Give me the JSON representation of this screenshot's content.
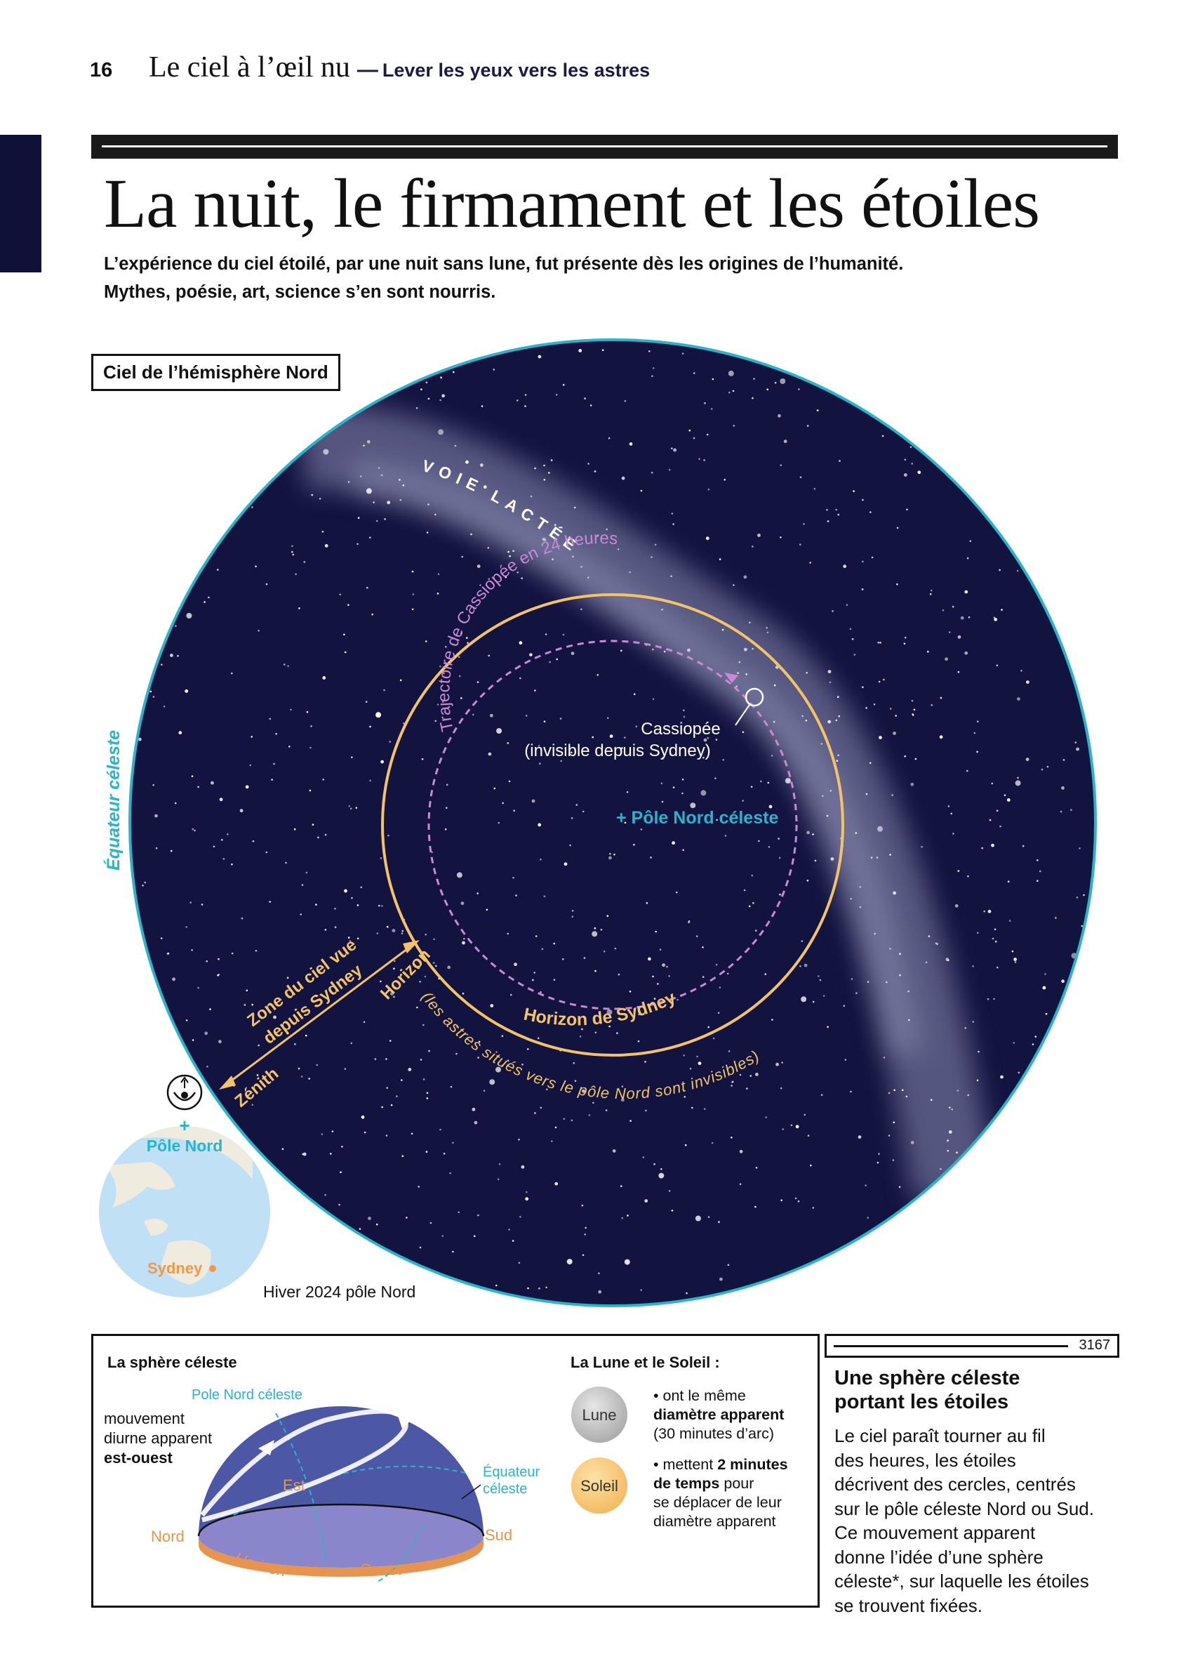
{
  "header": {
    "page_number": "16",
    "book_title": "Le ciel à l’œil nu",
    "separator": "—",
    "chapter": "Lever les yeux vers les astres"
  },
  "section": {
    "title": "La nuit, le firmament et les étoiles",
    "intro_line1": "L’expérience du ciel étoilé, par une nuit sans lune, fut présente dès les origines de l’humanité.",
    "intro_line2": "Mythes, poésie, art, science s’en sont nourris."
  },
  "sky_map": {
    "label": "Ciel de l’hémisphère Nord",
    "milky_way": "VOIE LACTÉE",
    "cassiopeia_path": "Trajectoire de Cassiopée en 24 heures",
    "cassiopeia": "Cassiopée",
    "cassiopeia_note": "(invisible depuis Sydney)",
    "celestial_north_pole": "+ Pôle Nord céleste",
    "celestial_equator": "Équateur céleste",
    "zone_line1": "Zone du ciel vue",
    "zone_line2": "depuis Sydney",
    "horizon": "Horizon",
    "zenith": "Zénith",
    "sydney_horizon": "Horizon de Sydney",
    "sydney_horizon_note": "(les astres situés vers le pôle Nord sont invisibles)",
    "globe_north_pole": "Pôle Nord",
    "globe_plus": "+",
    "globe_sydney": "Sydney",
    "caption": "Hiver 2024 pôle Nord",
    "colors": {
      "sky": "#12133f",
      "equator": "#29b4c9",
      "horizon": "#f3c466",
      "path": "#c98ad3",
      "sydney": "#ef9a4a"
    }
  },
  "celestial_sphere": {
    "title": "La sphère céleste",
    "pole": "Pole Nord céleste",
    "movement_line1": "mouvement",
    "movement_line2": "diurne apparent",
    "movement_line3": "est-ouest",
    "east": "Est",
    "equator_line1": "Équateur",
    "equator_line2": "céleste",
    "north": "Nord",
    "south": "Sud",
    "horizon": "Horizon",
    "west": "Ouest"
  },
  "moon_sun": {
    "title": "La Lune et le Soleil :",
    "moon": "Lune",
    "sun": "Soleil",
    "moon_text1": "• ont le même",
    "moon_text2": "diamètre apparent",
    "moon_text3": "(30 minutes d’arc)",
    "sun_text1a": "• mettent ",
    "sun_text1b": "2 minutes",
    "sun_text2a": "de temps",
    "sun_text2b": " pour",
    "sun_text3": "se déplacer de leur",
    "sun_text4": "diamètre apparent"
  },
  "sidebar": {
    "number": "3167",
    "title_line1": "Une sphère céleste",
    "title_line2": "portant les étoiles",
    "text": [
      "Le ciel paraît tourner au fil",
      "des heures, les étoiles",
      "décrivent des cercles, centrés",
      "sur le pôle céleste Nord ou Sud.",
      "Ce mouvement apparent",
      "donne l’idée d’une sphère",
      "céleste*, sur laquelle les étoiles",
      "se trouvent fixées."
    ]
  }
}
